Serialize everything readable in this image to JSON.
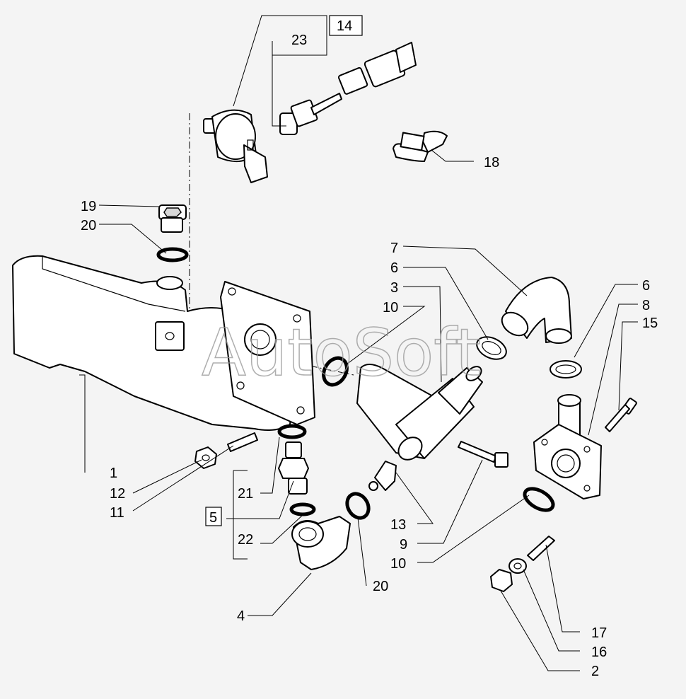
{
  "watermark": "AutoSoft",
  "labels": {
    "l1": "1",
    "l2": "2",
    "l3": "3",
    "l4": "4",
    "l5": "5",
    "l6a": "6",
    "l6b": "6",
    "l7": "7",
    "l8": "8",
    "l9": "9",
    "l10a": "10",
    "l10b": "10",
    "l11": "11",
    "l12": "12",
    "l13": "13",
    "l14": "14",
    "l15": "15",
    "l16": "16",
    "l17": "17",
    "l18": "18",
    "l19": "19",
    "l20a": "20",
    "l20b": "20",
    "l21": "21",
    "l22": "22",
    "l23": "23"
  }
}
